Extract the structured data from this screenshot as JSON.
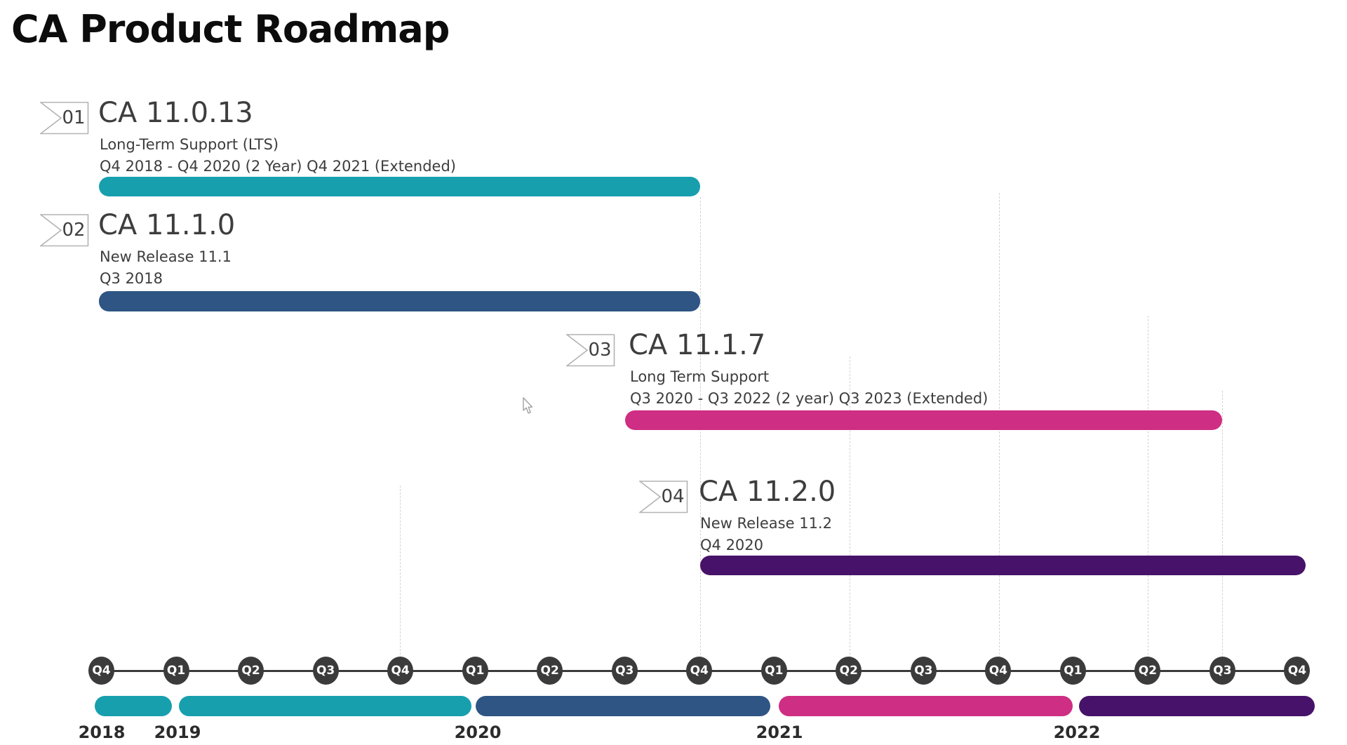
{
  "title": "CA Product Roadmap",
  "colors": {
    "teal": "#179fae",
    "blue": "#2e5584",
    "pink": "#ce2e83",
    "purple": "#471269",
    "node": "#3b3b3b",
    "axis": "#3b3b3b",
    "gridline": "#d2d2d2"
  },
  "milestones": [
    {
      "number": "01",
      "name": "CA 11.0.13",
      "line1": "Long-Term Support (LTS)",
      "line2": "Q4 2018 - Q4 2020 (2 Year) Q4 2021 (Extended)",
      "color": "teal"
    },
    {
      "number": "02",
      "name": "CA 11.1.0",
      "line1": "New Release 11.1",
      "line2": "Q3 2018",
      "color": "blue"
    },
    {
      "number": "03",
      "name": "CA 11.1.7",
      "line1": "Long Term Support",
      "line2": "Q3 2020 - Q3 2022 (2 year) Q3 2023 (Extended)",
      "color": "pink"
    },
    {
      "number": "04",
      "name": "CA 11.2.0",
      "line1": "New Release 11.2",
      "line2": "Q4 2020",
      "color": "purple"
    }
  ],
  "axis": {
    "quarters": [
      "Q4",
      "Q1",
      "Q2",
      "Q3",
      "Q4",
      "Q1",
      "Q2",
      "Q3",
      "Q4",
      "Q1",
      "Q2",
      "Q3",
      "Q4",
      "Q1",
      "Q2",
      "Q3",
      "Q4"
    ],
    "years": [
      "2018",
      "2019",
      "2020",
      "2021",
      "2022"
    ]
  },
  "chart_data": {
    "type": "bar",
    "subtype": "gantt-timeline-roadmap",
    "title": "CA Product Roadmap",
    "x_axis": {
      "unit": "quarter",
      "ticks": [
        "Q4 2018",
        "Q1 2019",
        "Q2 2019",
        "Q3 2019",
        "Q4 2019",
        "Q1 2020",
        "Q2 2020",
        "Q3 2020",
        "Q4 2020",
        "Q1 2021",
        "Q2 2021",
        "Q3 2021",
        "Q4 2021",
        "Q1 2022",
        "Q2 2022",
        "Q3 2022",
        "Q4 2022"
      ],
      "year_bands": [
        {
          "year": "2018",
          "from": "Q4 2018",
          "to": "Q4 2018",
          "color": "#179fae"
        },
        {
          "year": "2019",
          "from": "Q1 2019",
          "to": "Q4 2019",
          "color": "#179fae"
        },
        {
          "year": "2020",
          "from": "Q1 2020",
          "to": "Q4 2020",
          "color": "#2e5584"
        },
        {
          "year": "2021",
          "from": "Q1 2021",
          "to": "Q4 2021",
          "color": "#ce2e83"
        },
        {
          "year": "2022",
          "from": "Q1 2022",
          "to": "Q4 2022",
          "color": "#471269"
        }
      ]
    },
    "series": [
      {
        "name": "CA 11.0.13",
        "label": "Long-Term Support (LTS)",
        "dates_text": "Q4 2018 - Q4 2020 (2 Year) Q4 2021 (Extended)",
        "bar_start": "Q4 2018",
        "bar_end": "Q4 2020",
        "color": "#179fae"
      },
      {
        "name": "CA 11.1.0",
        "label": "New Release 11.1",
        "dates_text": "Q3 2018",
        "bar_start": "Q4 2018",
        "bar_end": "Q4 2020",
        "color": "#2e5584"
      },
      {
        "name": "CA 11.1.7",
        "label": "Long Term Support",
        "dates_text": "Q3 2020 - Q3 2022 (2 year) Q3 2023 (Extended)",
        "bar_start": "Q3 2020",
        "bar_end": "Q3 2022",
        "color": "#ce2e83"
      },
      {
        "name": "CA 11.2.0",
        "label": "New Release 11.2",
        "dates_text": "Q4 2020",
        "bar_start": "Q4 2020",
        "bar_end": "Q4 2022",
        "color": "#471269"
      }
    ],
    "legend": "none",
    "grid": "dashed vertical quarter lines (partial)"
  }
}
